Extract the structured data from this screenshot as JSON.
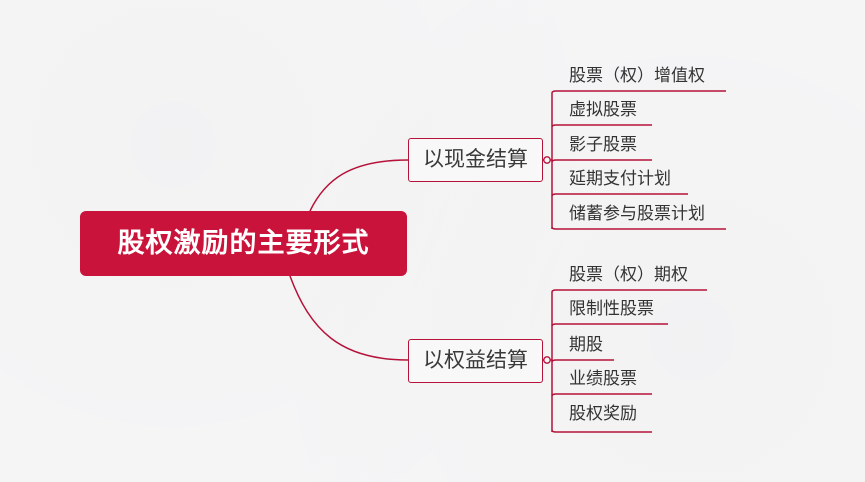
{
  "root": {
    "label": "股权激励的主要形式"
  },
  "branches": [
    {
      "label": "以现金结算",
      "leaves": [
        "股票（权）增值权",
        "虚拟股票",
        "影子股票",
        "延期支付计划",
        "储蓄参与股票计划"
      ]
    },
    {
      "label": "以权益结算",
      "leaves": [
        "股票（权）期权",
        "限制性股票",
        "期股",
        "业绩股票",
        "股权奖励"
      ]
    }
  ],
  "colors": {
    "accent": "#c9133a",
    "line": "#b5123a",
    "background": "#f6f6f7"
  }
}
